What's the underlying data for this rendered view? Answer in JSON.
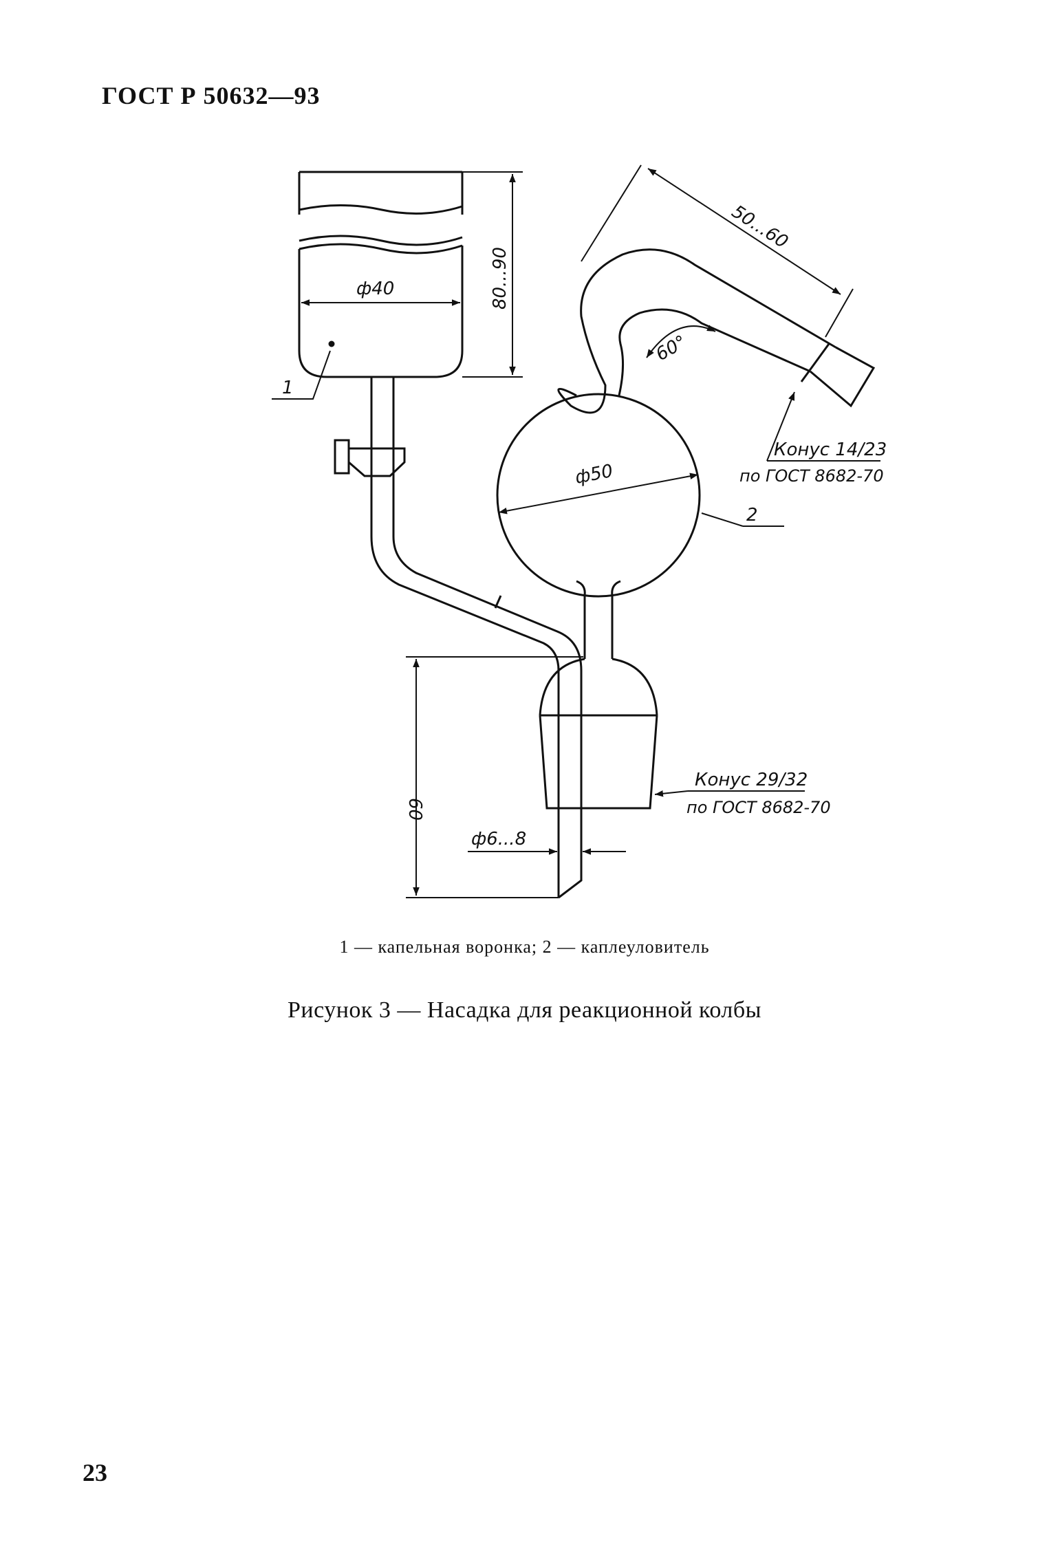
{
  "header": {
    "standard": "ГОСТ Р 50632—93"
  },
  "figure": {
    "dim_funnel_diameter": "ф40",
    "dim_funnel_height": "80...90",
    "dim_arm_length": "50...60",
    "dim_angle": "60°",
    "dim_bulb_diameter": "ф50",
    "dim_tube_length": "60",
    "dim_tube_diameter": "ф6...8",
    "callout_1": "1",
    "callout_2": "2",
    "cone_top_line1": "Конус 14/23",
    "cone_top_line2": "по ГОСТ 8682-70",
    "cone_bottom_line1": "Конус 29/32",
    "cone_bottom_line2": "по ГОСТ 8682-70"
  },
  "legend": {
    "text": "1 — капельная воронка; 2 — каплеуловитель"
  },
  "caption": {
    "text": "Рисунок 3 — Насадка для реакционной колбы"
  },
  "page_number": "23"
}
